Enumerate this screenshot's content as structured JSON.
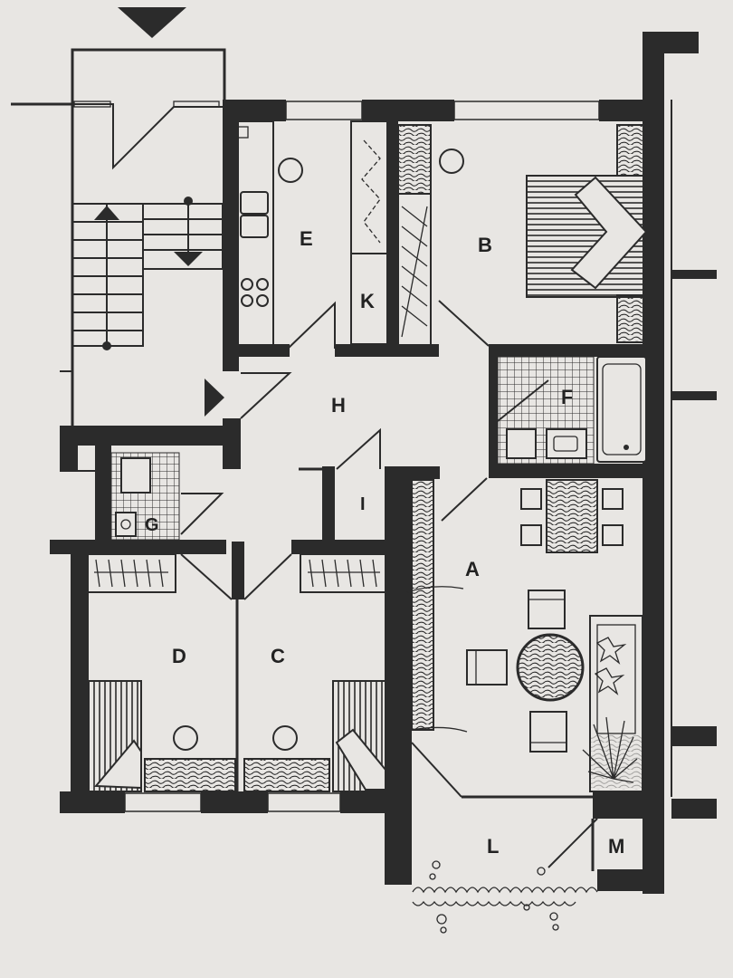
{
  "rooms": {
    "A": "A",
    "B": "B",
    "C": "C",
    "D": "D",
    "E": "E",
    "F": "F",
    "G": "G",
    "H": "H",
    "I": "I",
    "K": "K",
    "L": "L",
    "M": "M"
  },
  "icons": {
    "entrance": "triangle-down-icon",
    "door": "triangle-right-icon",
    "stairs_up": "triangle-up-icon",
    "stairs_down": "triangle-down-icon"
  },
  "colors": {
    "paper": "#e8e6e3",
    "ink": "#2b2b2b"
  }
}
